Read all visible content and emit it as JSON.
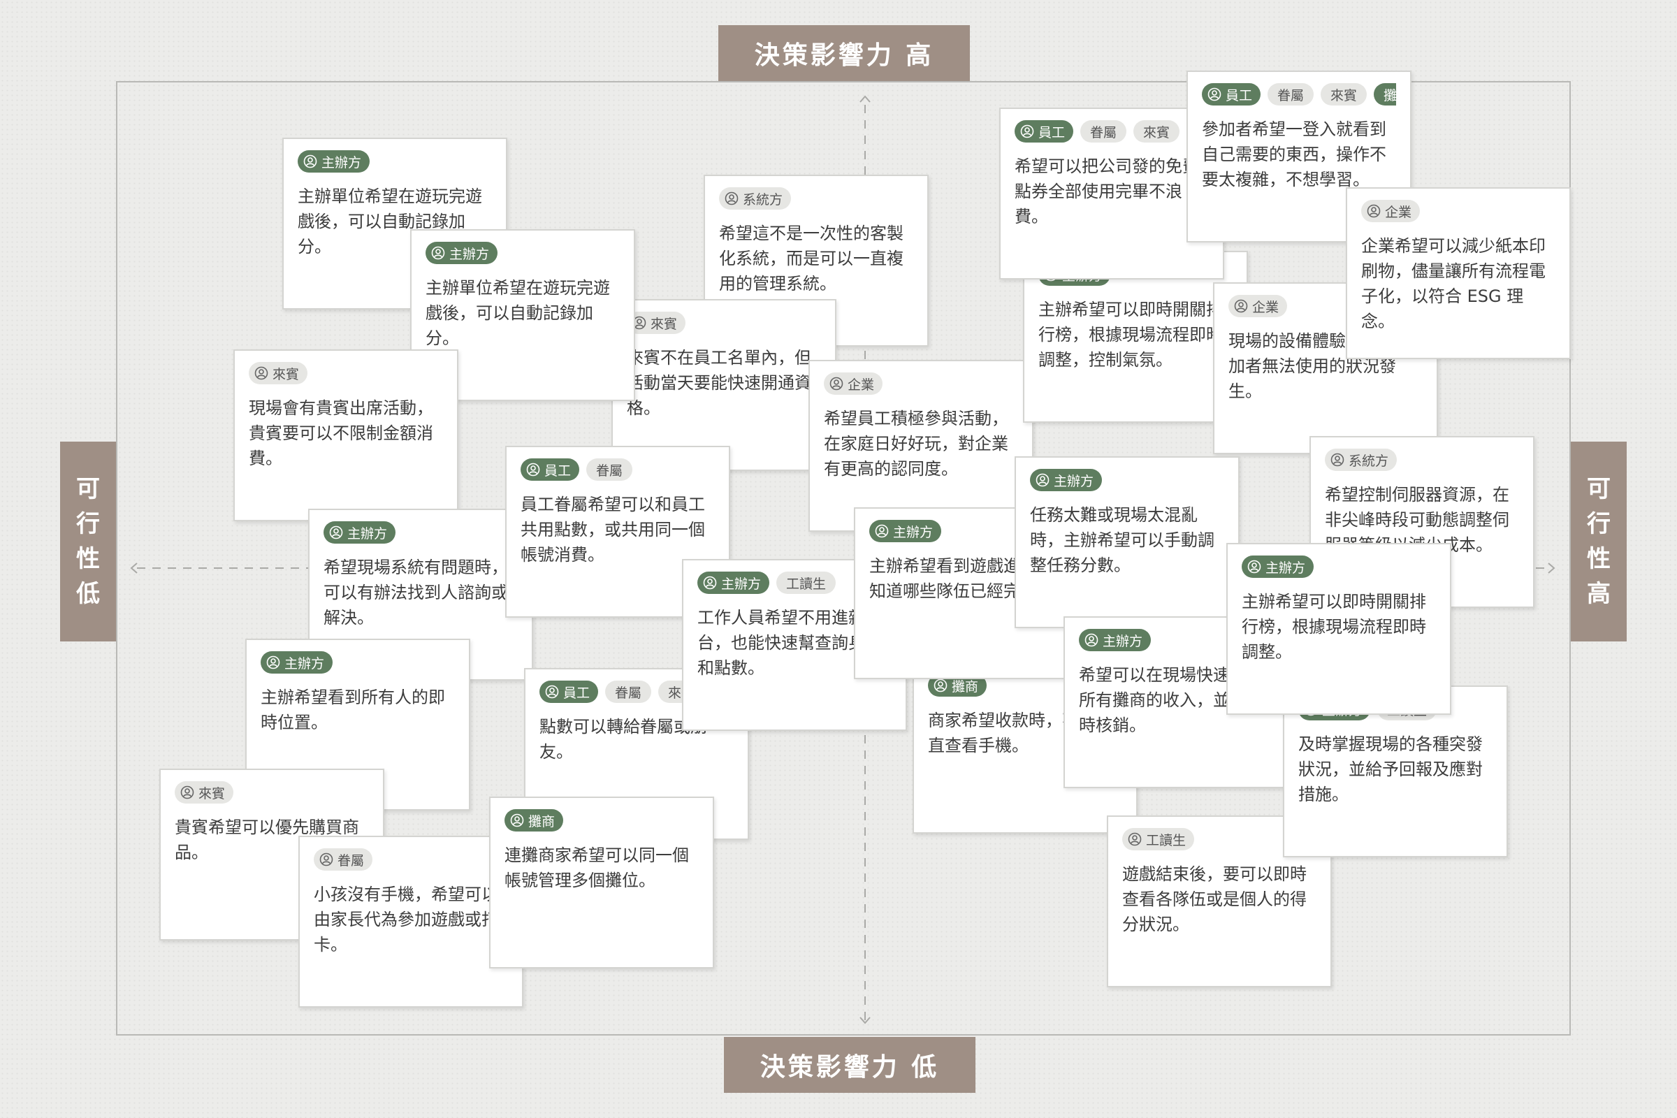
{
  "axes": {
    "top": "決策影響力 高",
    "bottom": "決策影響力 低",
    "left": "可行性低",
    "right": "可行性高"
  },
  "colors": {
    "label_bg": "#9f8f85",
    "tag_dark": "#5e7d5f",
    "tag_light": "#e6e6e3"
  },
  "cards": [
    {
      "tags": [
        {
          "t": "主辦方",
          "s": 1
        }
      ],
      "text": "主辦單位希望在遊玩完遊戲後，可以自動記錄加分。"
    },
    {
      "tags": [
        {
          "t": "系統方",
          "s": 0
        }
      ],
      "text": "希望這不是一次性的客製化系統，而是可以一直複用的管理系統。"
    },
    {
      "tags": [
        {
          "t": "來賓",
          "s": 0
        }
      ],
      "text": "來賓不在員工名單內，但活動當天要能快速開通資格。"
    },
    {
      "tags": [
        {
          "t": "主辦方",
          "s": 1
        }
      ],
      "text": "主辦單位希望在遊玩完遊戲後，可以自動記錄加分。"
    },
    {
      "tags": [
        {
          "t": "來賓",
          "s": 0
        }
      ],
      "text": "現場會有貴賓出席活動，貴賓要可以不限制金額消費。"
    },
    {
      "tags": [
        {
          "t": "企業",
          "s": 0
        }
      ],
      "text": "希望員工積極參與活動，在家庭日好好玩，對企業有更高的認同度。"
    },
    {
      "tags": [
        {
          "t": "主辦方",
          "s": 1
        }
      ],
      "text": "希望現場系統有問題時，可以有辦法找到人諮詢或解決。"
    },
    {
      "tags": [
        {
          "t": "員工",
          "s": 1
        },
        {
          "t": "眷屬",
          "s": 0
        }
      ],
      "text": "員工眷屬希望可以和員工共用點數，或共用同一個帳號消費。"
    },
    {
      "tags": [
        {
          "t": "主辦方",
          "s": 1
        }
      ],
      "text": "主辦希望看到所有人的即時位置。"
    },
    {
      "tags": [
        {
          "t": "員工",
          "s": 1
        },
        {
          "t": "眷屬",
          "s": 0
        },
        {
          "t": "來賓",
          "s": 0
        }
      ],
      "text": "點數可以轉給眷屬或朋友。"
    },
    {
      "tags": [
        {
          "t": "主辦方",
          "s": 1
        },
        {
          "t": "工讀生",
          "s": 0
        }
      ],
      "text": "工作人員希望不用進雜後台，也能快速幫查詢身份和點數。"
    },
    {
      "tags": [
        {
          "t": "來賓",
          "s": 0
        }
      ],
      "text": "貴賓希望可以優先購買商品。"
    },
    {
      "tags": [
        {
          "t": "眷屬",
          "s": 0
        }
      ],
      "text": "小孩沒有手機，希望可以由家長代為參加遊戲或打卡。"
    },
    {
      "tags": [
        {
          "t": "攤商",
          "s": 1
        }
      ],
      "text": "連攤商家希望可以同一個帳號管理多個攤位。"
    },
    {
      "tags": [
        {
          "t": "主辦方",
          "s": 1
        }
      ],
      "text": "主辦希望可以即時開關排行榜，根據現場流程即時調整，控制氣氛。"
    },
    {
      "tags": [
        {
          "t": "員工",
          "s": 1
        },
        {
          "t": "眷屬",
          "s": 0
        },
        {
          "t": "來賓",
          "s": 0
        },
        {
          "t": "攤商",
          "s": 1
        }
      ],
      "text": "希望可以把公司發的免費點券全部使用完畢不浪費。"
    },
    {
      "tags": [
        {
          "t": "員工",
          "s": 1
        },
        {
          "t": "眷屬",
          "s": 0
        },
        {
          "t": "來賓",
          "s": 0
        },
        {
          "t": "攤商",
          "s": 1
        }
      ],
      "text": "參加者希望一登入就看到自己需要的東西，操作不要太複雜，不想學習。"
    },
    {
      "tags": [
        {
          "t": "企業",
          "s": 0
        }
      ],
      "text": "現場的設備體驗不可以參加者無法使用的狀況發生。"
    },
    {
      "tags": [
        {
          "t": "企業",
          "s": 0
        }
      ],
      "text": "企業希望可以減少紙本印刷物，儘量讓所有流程電子化，以符合 ESG 理念。"
    },
    {
      "tags": [
        {
          "t": "攤商",
          "s": 1
        }
      ],
      "text": "商家希望收款時，不用一直查看手機。"
    },
    {
      "tags": [
        {
          "t": "主辦方",
          "s": 1
        }
      ],
      "text": "主辦希望看到遊戲進度，知道哪些隊伍已經完成。"
    },
    {
      "tags": [
        {
          "t": "主辦方",
          "s": 1
        }
      ],
      "text": "任務太難或現場太混亂時，主辦希望可以手動調整任務分數。"
    },
    {
      "tags": [
        {
          "t": "主辦方",
          "s": 1
        }
      ],
      "text": "希望可以在現場快速核銷所有攤商的收入，並且即時核銷。"
    },
    {
      "tags": [
        {
          "t": "工讀生",
          "s": 0
        }
      ],
      "text": "遊戲結束後，要可以即時查看各隊伍或是個人的得分狀況。"
    },
    {
      "tags": [
        {
          "t": "主辦方",
          "s": 1
        },
        {
          "t": "工讀生",
          "s": 0
        }
      ],
      "text": "及時掌握現場的各種突發狀況，並給予回報及應對措施。"
    },
    {
      "tags": [
        {
          "t": "系統方",
          "s": 0
        }
      ],
      "text": "希望控制伺服器資源，在非尖峰時段可動態調整伺服器等級以減少成本。"
    },
    {
      "tags": [
        {
          "t": "主辦方",
          "s": 1
        }
      ],
      "text": "主辦希望可以即時開關排行榜，根據現場流程即時調整。"
    }
  ]
}
